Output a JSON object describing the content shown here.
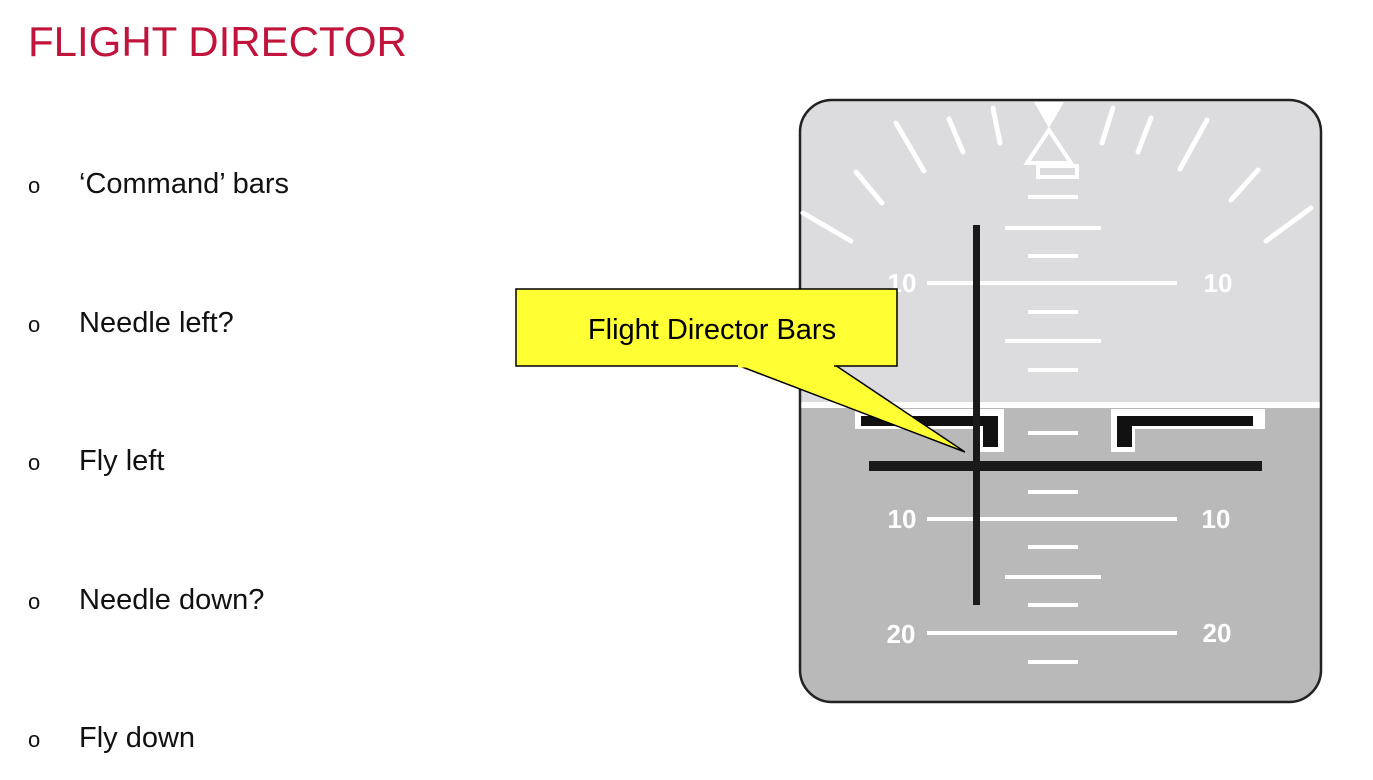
{
  "title": "FLIGHT DIRECTOR",
  "bullets": [
    {
      "marker": "o",
      "text": "‘Command’ bars"
    },
    {
      "marker": "o",
      "text": "Needle left?"
    },
    {
      "marker": "o",
      "text": "Fly left"
    },
    {
      "marker": "o",
      "text": "Needle down?"
    },
    {
      "marker": "o",
      "text": "Fly down"
    }
  ],
  "instrument": {
    "pitch_labels": {
      "up10": "10",
      "down10": "10",
      "down20": "20"
    },
    "callout": "Flight Director Bars"
  },
  "colors": {
    "title": "#c0143c",
    "sky": "#dcdbdd",
    "ground": "#b9b9b9",
    "callout": "#ffff33"
  }
}
